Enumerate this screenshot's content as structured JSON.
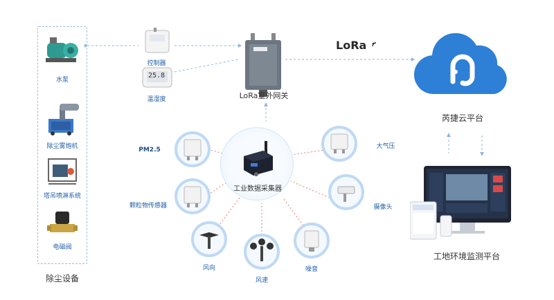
{
  "title_lora": "LoRa",
  "gateway_label": "LoRa室外网关",
  "cloud_label": "芮捷云平台",
  "platform_label": "工地环境监测平台",
  "hub_label": "工业数据采集器",
  "dust_group_label": "除尘设备",
  "dust_devices": [
    "水泵",
    "除尘雾炮机",
    "塔吊喷淋系统",
    "电磁阀"
  ],
  "control_devices": [
    "控制器",
    "温湿度"
  ],
  "lcd_reading": "25.8",
  "sensors": {
    "pm25": "PM2.5",
    "particle": "颗粒物传感器",
    "wind_dir": "风向",
    "wind_speed": "风速",
    "noise": "噪音",
    "camera": "摄像头",
    "pressure": "大气压"
  },
  "colors": {
    "accent": "#2e7fd6",
    "dashed": "#8fb6e0",
    "label_blue": "#1f5fa8",
    "red_dash": "#e07a7a"
  }
}
